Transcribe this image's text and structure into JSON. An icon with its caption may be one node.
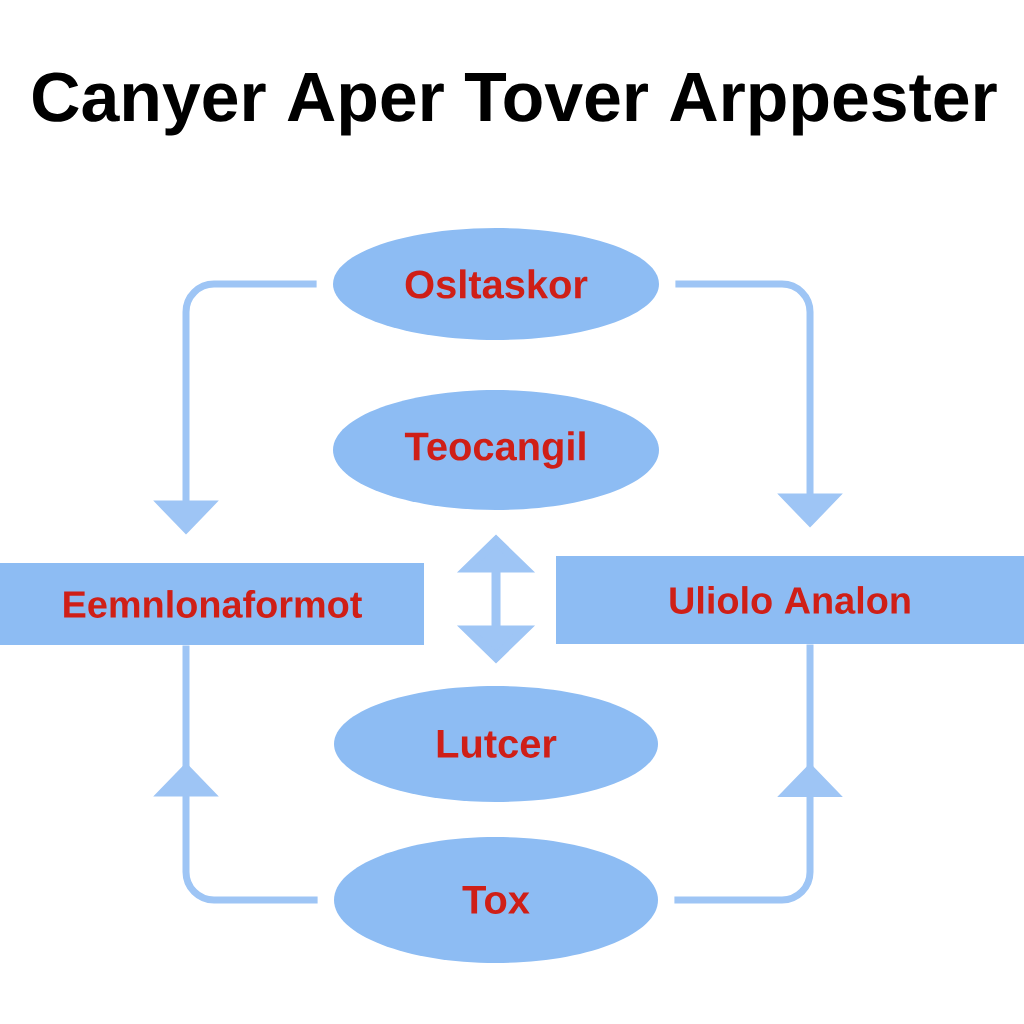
{
  "diagram": {
    "title": "Canyer Aper Tover Arppester",
    "nodes": [
      {
        "text": [
          "Osltaskor"
        ]
      },
      {
        "text": [
          "Teocangil"
        ]
      },
      {
        "text": [
          "Eemnlonaformot"
        ]
      },
      {
        "text": [
          "Uliolo Analon"
        ]
      },
      {
        "text": [
          "Lutcer"
        ]
      },
      {
        "text": [
          "Tox"
        ]
      }
    ],
    "edges": [
      {
        "from": 0,
        "to": 2,
        "arrow": "to"
      },
      {
        "from": 0,
        "to": 3,
        "arrow": "to"
      },
      {
        "from": 1,
        "to": 4,
        "arrow": "both"
      },
      {
        "from": 5,
        "to": 2,
        "arrow": "to"
      },
      {
        "from": 5,
        "to": 3,
        "arrow": "to"
      }
    ]
  }
}
